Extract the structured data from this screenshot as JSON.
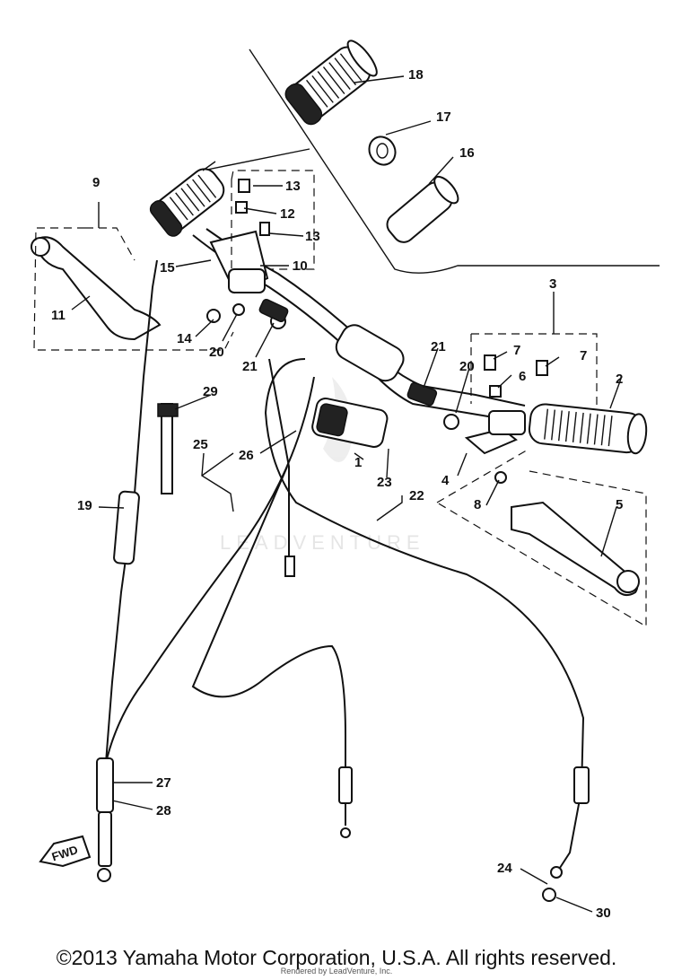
{
  "diagram": {
    "callouts": {
      "c1": "1",
      "c2": "2",
      "c3": "3",
      "c4": "4",
      "c5": "5",
      "c6": "6",
      "c7a": "7",
      "c7b": "7",
      "c8": "8",
      "c9": "9",
      "c10": "10",
      "c11": "11",
      "c12": "12",
      "c13a": "13",
      "c13b": "13",
      "c14": "14",
      "c15": "15",
      "c16": "16",
      "c17": "17",
      "c18": "18",
      "c19": "19",
      "c20a": "20",
      "c20b": "20",
      "c21a": "21",
      "c21b": "21",
      "c22": "22",
      "c23": "23",
      "c24": "24",
      "c25": "25",
      "c26": "26",
      "c27": "27",
      "c28": "28",
      "c29": "29",
      "c30": "30"
    },
    "fwd_label": "FWD",
    "watermark": "LEADVENTURE"
  },
  "footer": {
    "copyright": "©2013 Yamaha Motor Corporation, U.S.A. All rights reserved.",
    "rendered_by": "Rendered by LeadVenture, Inc."
  }
}
